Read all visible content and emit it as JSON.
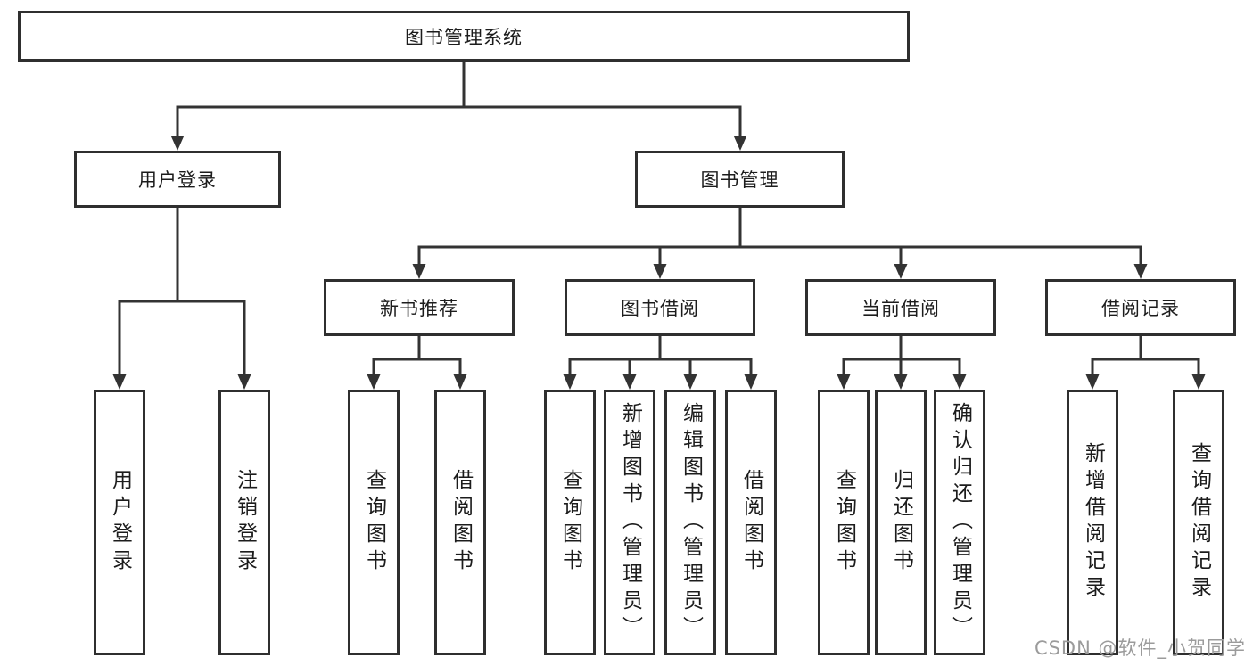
{
  "diagram": {
    "root_label": "图书管理系统",
    "user_branch": {
      "label": "用户登录",
      "children": [
        {
          "label": "用户登录"
        },
        {
          "label": "注销登录"
        }
      ]
    },
    "book_branch": {
      "label": "图书管理",
      "sections": [
        {
          "label": "新书推荐",
          "children": [
            {
              "label": "查询图书"
            },
            {
              "label": "借阅图书"
            }
          ]
        },
        {
          "label": "图书借阅",
          "children": [
            {
              "label": "查询图书"
            },
            {
              "label": "新增图书（管理员）"
            },
            {
              "label": "编辑图书（管理员）"
            },
            {
              "label": "借阅图书"
            }
          ]
        },
        {
          "label": "当前借阅",
          "children": [
            {
              "label": "查询图书"
            },
            {
              "label": "归还图书"
            },
            {
              "label": "确认归还（管理员）"
            }
          ]
        },
        {
          "label": "借阅记录",
          "children": [
            {
              "label": "新增借阅记录"
            },
            {
              "label": "查询借阅记录"
            }
          ]
        }
      ]
    },
    "watermark": "CSDN @软件_小贺同学"
  },
  "colors": {
    "line": "#333333",
    "node_border": "#2f2f2f",
    "text": "#1c1c1c",
    "watermark": "#9b9b9b",
    "background": "#ffffff"
  }
}
